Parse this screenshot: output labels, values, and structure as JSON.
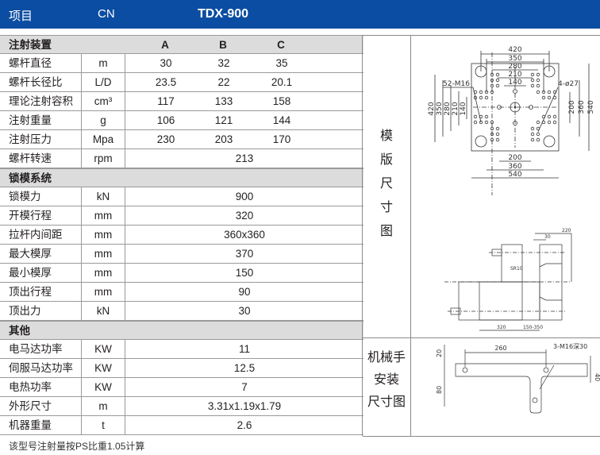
{
  "header": {
    "item_label": "项目",
    "cn_label": "CN",
    "model": "TDX-900"
  },
  "sections": [
    {
      "title": "注射装置",
      "columns": [
        "A",
        "B",
        "C"
      ],
      "rows": [
        {
          "name": "螺杆直径",
          "unit": "m",
          "values": [
            "30",
            "32",
            "35"
          ]
        },
        {
          "name": "螺杆长径比",
          "unit": "L/D",
          "values": [
            "23.5",
            "22",
            "20.1"
          ]
        },
        {
          "name": "理论注射容积",
          "unit": "cm³",
          "values": [
            "117",
            "133",
            "158"
          ]
        },
        {
          "name": "注射重量",
          "unit": "g",
          "values": [
            "106",
            "121",
            "144"
          ]
        },
        {
          "name": "注射压力",
          "unit": "Mpa",
          "values": [
            "230",
            "203",
            "170"
          ]
        },
        {
          "name": "螺杆转速",
          "unit": "rpm",
          "value": "213"
        }
      ]
    },
    {
      "title": "锁模系统",
      "rows": [
        {
          "name": "锁模力",
          "unit": "kN",
          "value": "900"
        },
        {
          "name": "开模行程",
          "unit": "mm",
          "value": "320"
        },
        {
          "name": "拉杆内间距",
          "unit": "mm",
          "value": "360x360"
        },
        {
          "name": "最大模厚",
          "unit": "mm",
          "value": "370"
        },
        {
          "name": "最小模厚",
          "unit": "mm",
          "value": "150"
        },
        {
          "name": "顶出行程",
          "unit": "mm",
          "value": "90"
        },
        {
          "name": "顶出力",
          "unit": "kN",
          "value": "30"
        }
      ]
    },
    {
      "title": "其他",
      "rows": [
        {
          "name": "电马达功率",
          "unit": "KW",
          "value": "11"
        },
        {
          "name": "伺服马达功率",
          "unit": "KW",
          "value": "12.5"
        },
        {
          "name": "电热功率",
          "unit": "KW",
          "value": "7"
        },
        {
          "name": "外形尺寸",
          "unit": "m",
          "value": "3.31x1.19x1.79"
        },
        {
          "name": "机器重量",
          "unit": "t",
          "value": "2.6"
        }
      ]
    }
  ],
  "right_panel": {
    "platen_label": [
      "模",
      "版",
      "尺",
      "寸",
      "图"
    ],
    "robot_label": [
      "机械手",
      "安装",
      "尺寸图"
    ],
    "platen_drawing": {
      "top_dims": [
        "420",
        "350",
        "280",
        "210",
        "140"
      ],
      "left_dims": [
        "420",
        "350",
        "280",
        "210",
        "140"
      ],
      "right_dims": [
        "200",
        "360",
        "540"
      ],
      "bottom_dims": [
        "200",
        "360",
        "540"
      ],
      "hole_callout": "52-M16",
      "tiebar_callout": "4-ø27"
    },
    "side_drawing": {
      "dims": [
        "220",
        "30",
        "320",
        "150-350"
      ],
      "radius_label": "SR10"
    },
    "robot_drawing": {
      "dims": [
        "260",
        "20",
        "80",
        "40"
      ],
      "callout": "3-M16深30"
    }
  },
  "footnote": "该型号注射量按PS比重1.05计算"
}
